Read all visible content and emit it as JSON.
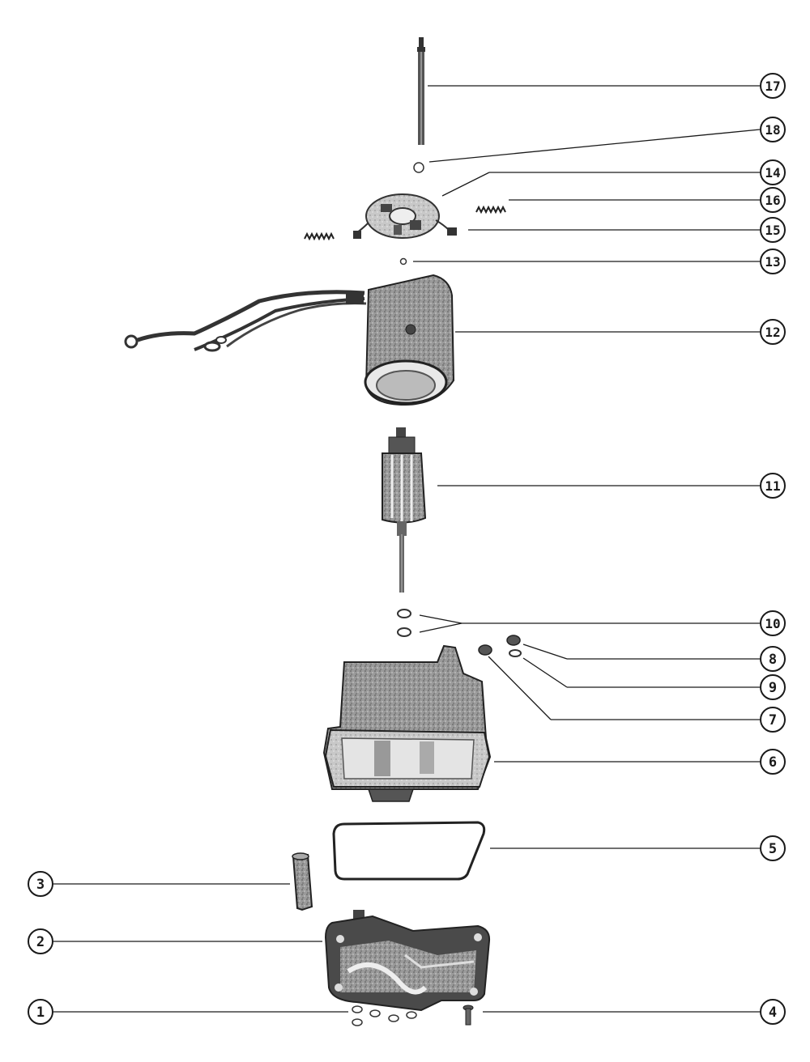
{
  "diagram": {
    "callouts": [
      {
        "id": "17",
        "label": "17"
      },
      {
        "id": "18",
        "label": "18"
      },
      {
        "id": "14",
        "label": "14"
      },
      {
        "id": "16",
        "label": "16"
      },
      {
        "id": "15",
        "label": "15"
      },
      {
        "id": "13",
        "label": "13"
      },
      {
        "id": "12",
        "label": "12"
      },
      {
        "id": "11",
        "label": "11"
      },
      {
        "id": "10",
        "label": "10"
      },
      {
        "id": "8",
        "label": "8"
      },
      {
        "id": "9",
        "label": "9"
      },
      {
        "id": "7",
        "label": "7"
      },
      {
        "id": "6",
        "label": "6"
      },
      {
        "id": "5",
        "label": "5"
      },
      {
        "id": "3",
        "label": "3"
      },
      {
        "id": "2",
        "label": "2"
      },
      {
        "id": "1",
        "label": "1"
      },
      {
        "id": "4",
        "label": "4"
      }
    ],
    "colors": {
      "ink": "#1a1a1a",
      "dark_part": "#3a3a3a",
      "mid_part": "#7a7a7a",
      "light_part": "#cfcfcf"
    }
  }
}
